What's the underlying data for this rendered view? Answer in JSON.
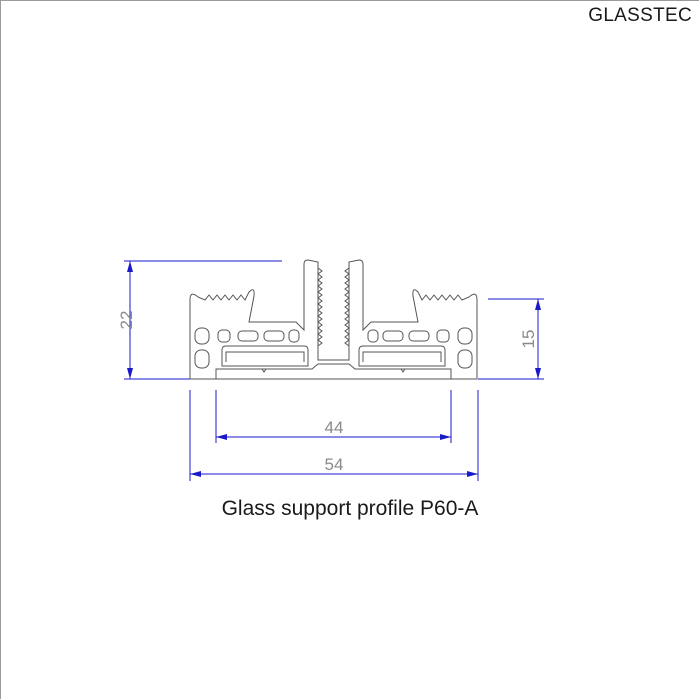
{
  "brand": "GLASSTEC",
  "caption": "Glass support profile P60-A",
  "dimensions": {
    "height_total": "22",
    "height_side": "15",
    "width_inner": "44",
    "width_total": "54"
  },
  "colors": {
    "dimension_line": "#1a1acc",
    "profile_line": "#555555",
    "text": "#8a8a8a"
  }
}
